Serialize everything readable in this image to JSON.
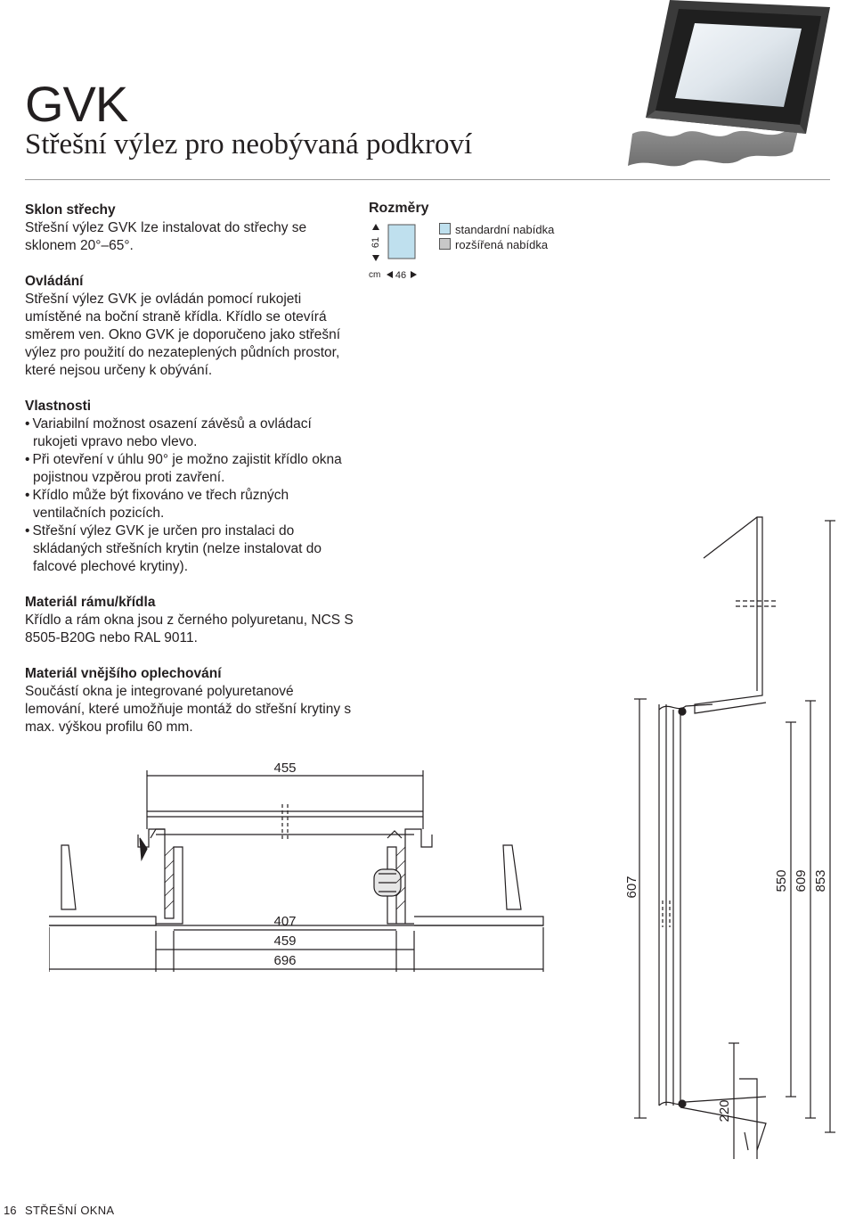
{
  "header": {
    "model": "GVK",
    "subtitle": "Střešní výlez pro neobývaná podkroví"
  },
  "sections": {
    "sklon": {
      "heading": "Sklon střechy",
      "text": "Střešní výlez GVK lze instalovat do střechy se sklonem 20°–65°."
    },
    "ovladani": {
      "heading": "Ovládání",
      "text": "Střešní výlez GVK je ovládán pomocí rukojeti umístěné na boční straně křídla. Křídlo se otevírá směrem ven. Okno GVK je doporučeno jako střešní výlez pro použití do nezateplených půdních prostor, které nejsou určeny k obývání."
    },
    "vlastnosti": {
      "heading": "Vlastnosti",
      "items": [
        "Variabilní možnost osazení závěsů a ovládací rukojeti vpravo nebo vlevo.",
        "Při otevření v úhlu 90° je možno zajistit křídlo okna pojistnou vzpěrou proti zavření.",
        "Křídlo může být fixováno ve třech různých ventilačních pozicích.",
        "Střešní výlez GVK je určen pro instalaci do skládaných střešních krytin (nelze instalovat do falcové plechové krytiny)."
      ]
    },
    "material_ramu": {
      "heading": "Materiál rámu/křídla",
      "text": "Křídlo a rám okna jsou z černého polyuretanu, NCS S 8505-B20G nebo RAL 9011."
    },
    "material_oplech": {
      "heading": "Materiál vnějšího oplechování",
      "text": "Součástí okna je integrované polyuretanové lemování, které umožňuje montáž do střešní krytiny s max. výškou profilu 60 mm."
    }
  },
  "dimensions": {
    "title": "Rozměry",
    "height": "61",
    "width": "46",
    "unit": "cm",
    "legend": {
      "standard": "standardní nabídka",
      "extended": "rozšířená nabídka"
    },
    "colors": {
      "standard": "#bfe0ee",
      "extended": "#c8c8c8"
    }
  },
  "drawings": {
    "horizontal": {
      "top": "455",
      "inner": "407",
      "middle": "459",
      "outer": "696"
    },
    "vertical": {
      "d607": "607",
      "d550": "550",
      "d609": "609",
      "d853": "853",
      "d220": "220"
    }
  },
  "footer": {
    "page": "16",
    "label": "STŘEŠNÍ OKNA"
  }
}
